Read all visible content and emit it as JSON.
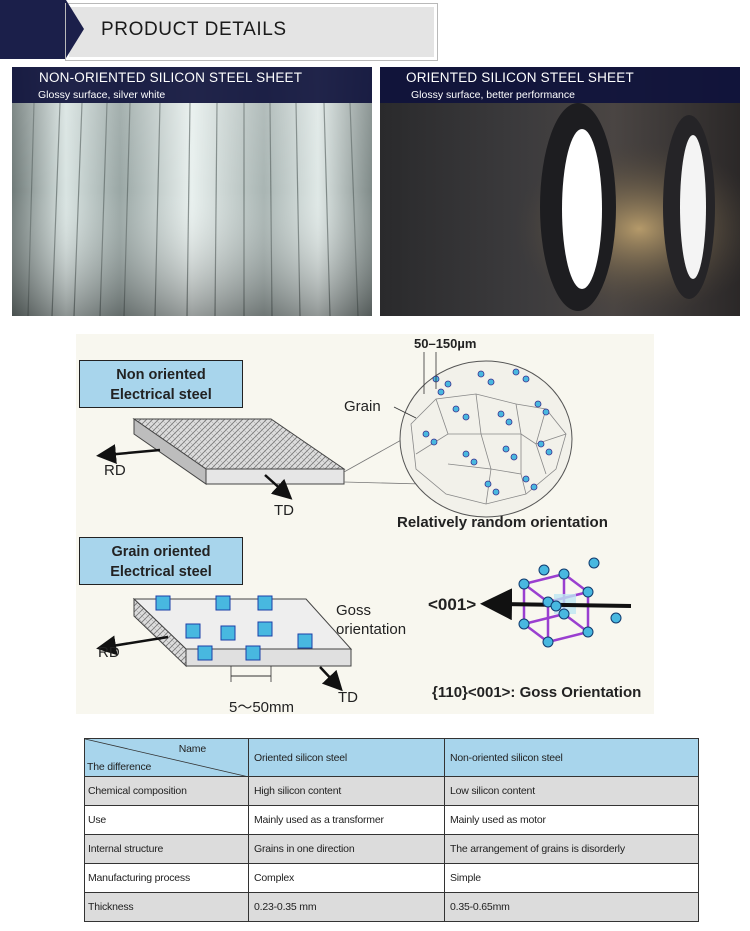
{
  "header": {
    "title": "PRODUCT DETAILS"
  },
  "photos": [
    {
      "title": "NON-ORIENTED SILICON STEEL SHEET",
      "subtitle": "Glossy surface, silver white"
    },
    {
      "title": "ORIENTED SILICON STEEL SHEET",
      "subtitle": "Glossy surface, better performance"
    }
  ],
  "diagram": {
    "non_oriented": {
      "box_line1": "Non oriented",
      "box_line2": "Electrical steel",
      "rd": "RD",
      "td": "TD",
      "grain": "Grain",
      "size": "50–150µm",
      "caption": "Relatively random orientation"
    },
    "grain_oriented": {
      "box_line1": "Grain oriented",
      "box_line2": "Electrical steel",
      "rd": "RD",
      "td": "TD",
      "goss1": "Goss",
      "goss2": "orientation",
      "size": "5〜50mm",
      "dir": "<001>",
      "caption": "{110}<001>: Goss Orientation"
    }
  },
  "table": {
    "header": {
      "name": "Name",
      "difference": "The difference",
      "col2": "Oriented silicon steel",
      "col3": "Non-oriented silicon steel"
    },
    "rows": [
      {
        "label": "Chemical composition",
        "oriented": "High silicon content",
        "non_oriented": "Low silicon content"
      },
      {
        "label": "Use",
        "oriented": "Mainly used as a transformer",
        "non_oriented": "Mainly used as motor"
      },
      {
        "label": "Internal structure",
        "oriented": "Grains in one direction",
        "non_oriented": "The arrangement of grains is disorderly"
      },
      {
        "label": "Manufacturing process",
        "oriented": "Complex",
        "non_oriented": "Simple"
      },
      {
        "label": "Thickness",
        "oriented": "0.23-0.35 mm",
        "non_oriented": "0.35-0.65mm"
      }
    ]
  }
}
